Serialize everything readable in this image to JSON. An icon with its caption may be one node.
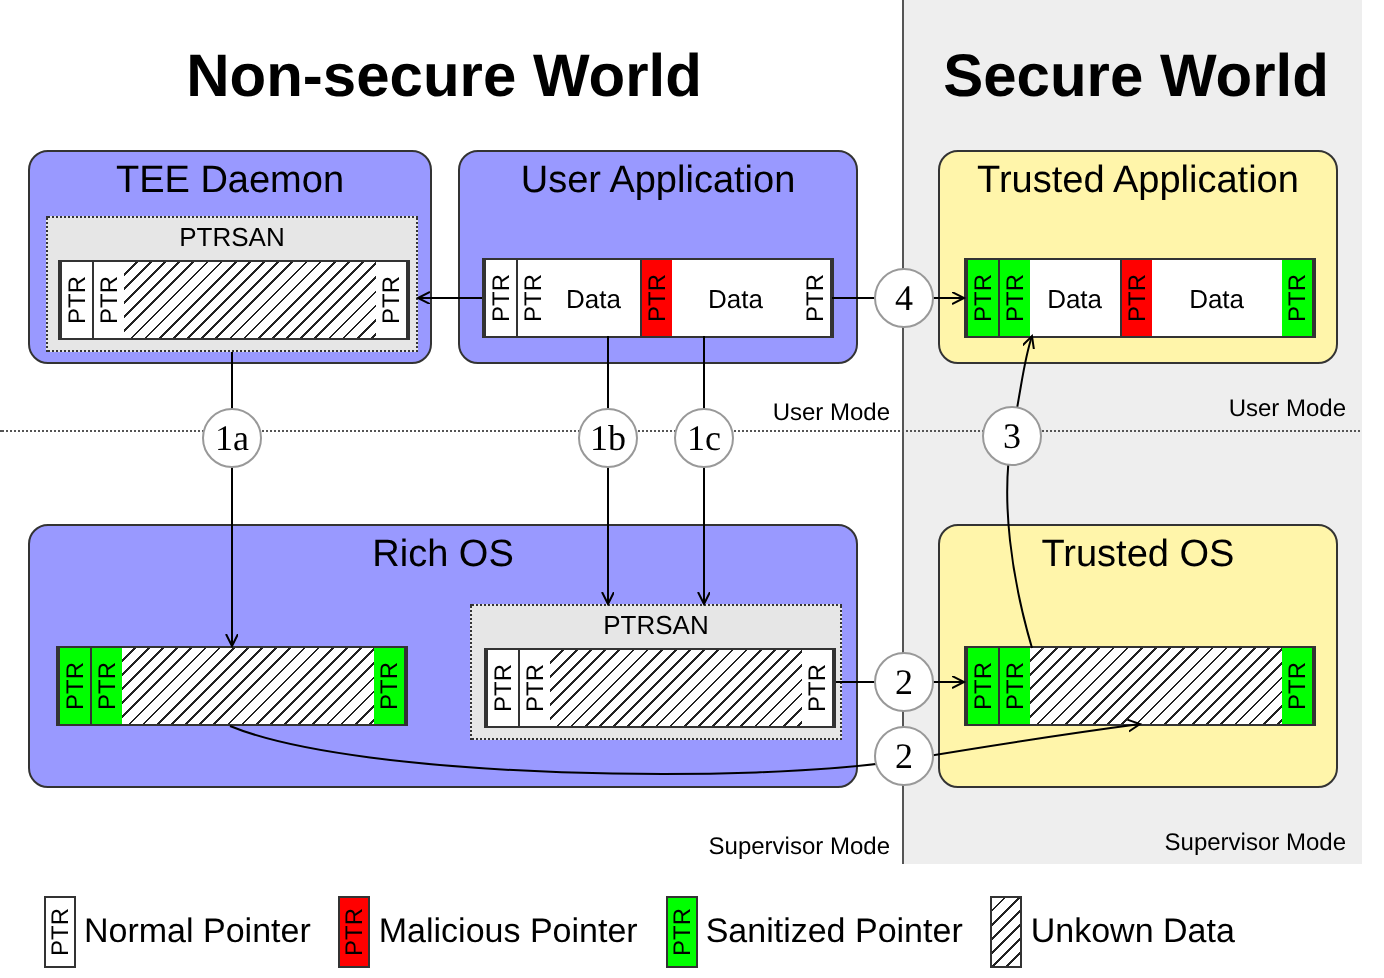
{
  "diagram": {
    "nodes": [
      {
        "text": [
          "TEE Daemon"
        ]
      },
      {
        "text": [
          "PTRSAN"
        ],
        "in": 0
      },
      {
        "text": [],
        "shape": "box",
        "in": 1
      },
      {
        "text": [
          "PTR"
        ],
        "in": 2
      },
      {
        "text": [
          "PTR"
        ],
        "in": 2
      },
      {
        "text": [],
        "shape": "box",
        "in": 2
      },
      {
        "text": [
          "PTR"
        ],
        "in": 2
      },
      {
        "text": [
          "User Application"
        ]
      },
      {
        "text": [],
        "shape": "box",
        "in": 7
      },
      {
        "text": [
          "PTR"
        ],
        "in": 8
      },
      {
        "text": [
          "PTR"
        ],
        "in": 8
      },
      {
        "text": [
          "Data"
        ],
        "in": 8
      },
      {
        "text": [
          "PTR"
        ],
        "in": 8
      },
      {
        "text": [
          "Data"
        ],
        "in": 8
      },
      {
        "text": [
          "PTR"
        ],
        "in": 8
      },
      {
        "text": [
          "Trusted Application"
        ]
      },
      {
        "text": [],
        "shape": "box",
        "in": 15
      },
      {
        "text": [
          "PTR"
        ],
        "in": 16
      },
      {
        "text": [
          "PTR"
        ],
        "in": 16
      },
      {
        "text": [
          "Data"
        ],
        "in": 16
      },
      {
        "text": [
          "PTR"
        ],
        "in": 16
      },
      {
        "text": [
          "Data"
        ],
        "in": 16
      },
      {
        "text": [
          "PTR"
        ],
        "in": 16
      },
      {
        "text": [
          "Rich OS"
        ]
      },
      {
        "text": [],
        "shape": "box",
        "in": 23
      },
      {
        "text": [
          "PTR"
        ],
        "in": 24
      },
      {
        "text": [
          "PTR"
        ],
        "in": 24
      },
      {
        "text": [],
        "shape": "box",
        "in": 24
      },
      {
        "text": [
          "PTR"
        ],
        "in": 24
      },
      {
        "text": [
          "PTRSAN"
        ],
        "in": 23
      },
      {
        "text": [],
        "shape": "box",
        "in": 29
      },
      {
        "text": [
          "PTR"
        ],
        "in": 30
      },
      {
        "text": [
          "PTR"
        ],
        "in": 30
      },
      {
        "text": [],
        "shape": "box",
        "in": 30
      },
      {
        "text": [
          "PTR"
        ],
        "in": 30
      },
      {
        "text": [
          "Trusted OS"
        ]
      },
      {
        "text": [],
        "shape": "box",
        "in": 35
      },
      {
        "text": [
          "PTR"
        ],
        "in": 36
      },
      {
        "text": [
          "PTR"
        ],
        "in": 36
      },
      {
        "text": [],
        "shape": "box",
        "in": 36
      },
      {
        "text": [
          "PTR"
        ],
        "in": 36
      }
    ],
    "edges": [
      {
        "from": 8,
        "to": 1,
        "arrow": "to"
      },
      {
        "from": 1,
        "to": 24,
        "arrow": "to",
        "label": "1a"
      },
      {
        "from": 11,
        "to": 29,
        "arrow": "to",
        "label": "1b"
      },
      {
        "from": 13,
        "to": 29,
        "arrow": "to",
        "label": "1c"
      },
      {
        "from": 14,
        "to": 16,
        "arrow": "to",
        "label": "4"
      },
      {
        "from": 30,
        "to": 36,
        "arrow": "to",
        "label": "2"
      },
      {
        "from": 24,
        "to": 39,
        "arrow": "to",
        "label": "2"
      },
      {
        "from": 39,
        "to": 19,
        "arrow": "to",
        "label": "3"
      }
    ],
    "labels": [
      "Non-secure World",
      "Secure World",
      "User Mode",
      "User Mode",
      "Supervisor Mode",
      "Supervisor Mode",
      "PTR",
      "PTR",
      "PTR"
    ],
    "legend": [
      {
        "text": "Normal Pointer",
        "color": "#ffffff"
      },
      {
        "text": "Malicious Pointer",
        "color": "#ff0000"
      },
      {
        "text": "Sanitized Pointer",
        "color": "#00ff00"
      },
      {
        "text": "Unkown Data"
      }
    ]
  }
}
